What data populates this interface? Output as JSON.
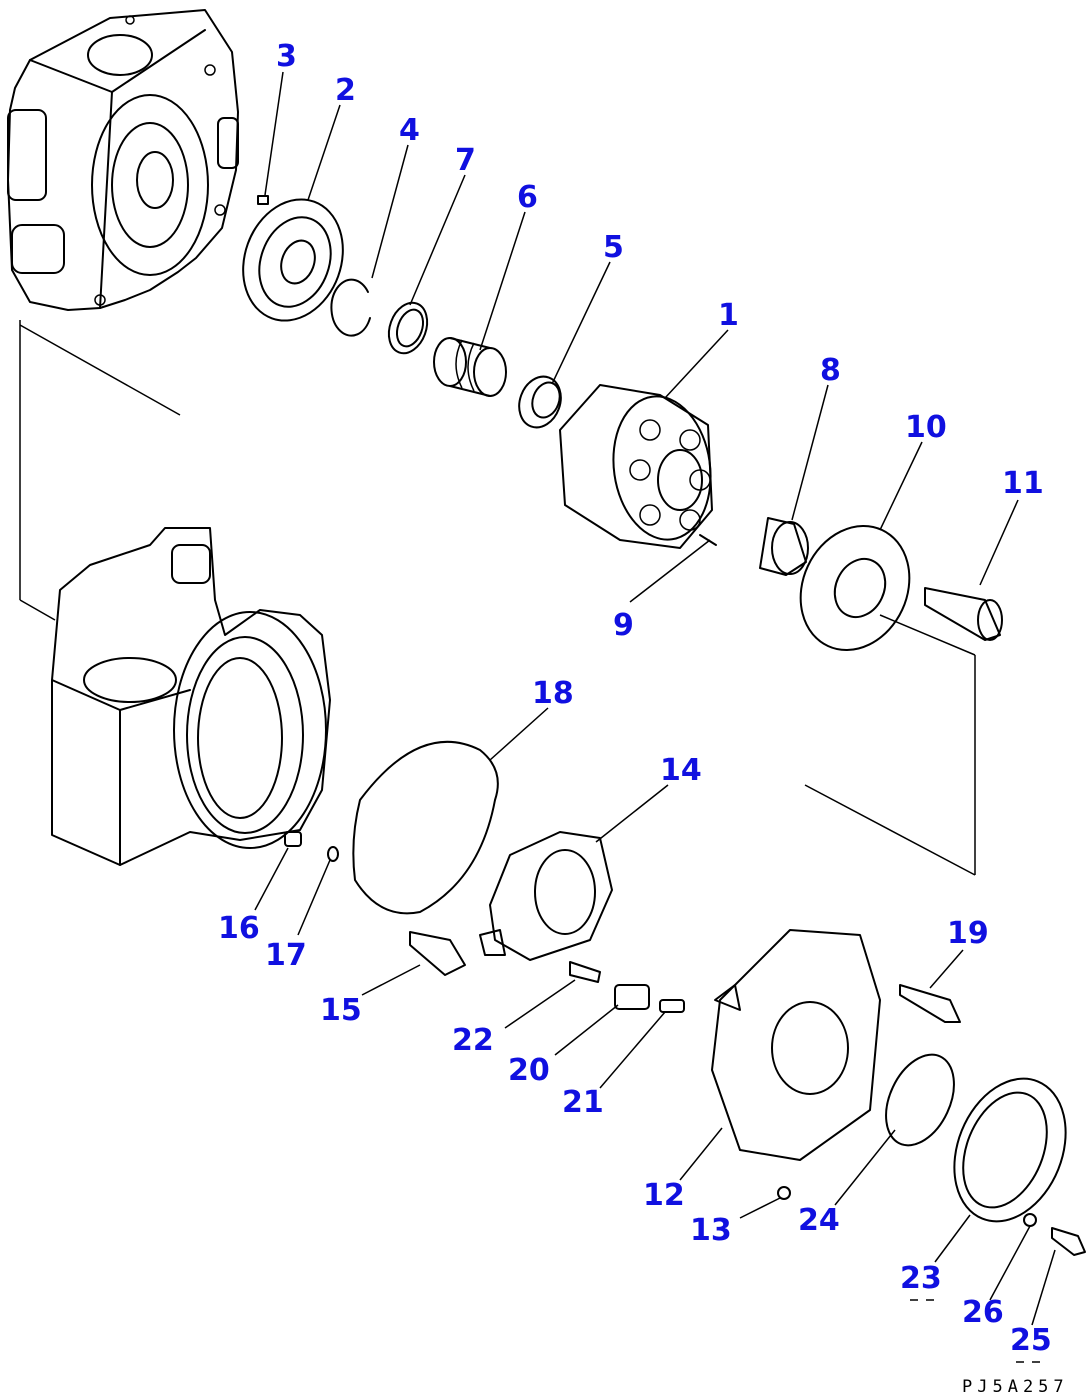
{
  "callouts": [
    "1",
    "2",
    "3",
    "4",
    "5",
    "6",
    "7",
    "8",
    "9",
    "10",
    "11",
    "12",
    "13",
    "14",
    "15",
    "16",
    "17",
    "18",
    "19",
    "20",
    "21",
    "22",
    "23",
    "24",
    "25",
    "26"
  ],
  "drawing_code": "PJ5A257"
}
